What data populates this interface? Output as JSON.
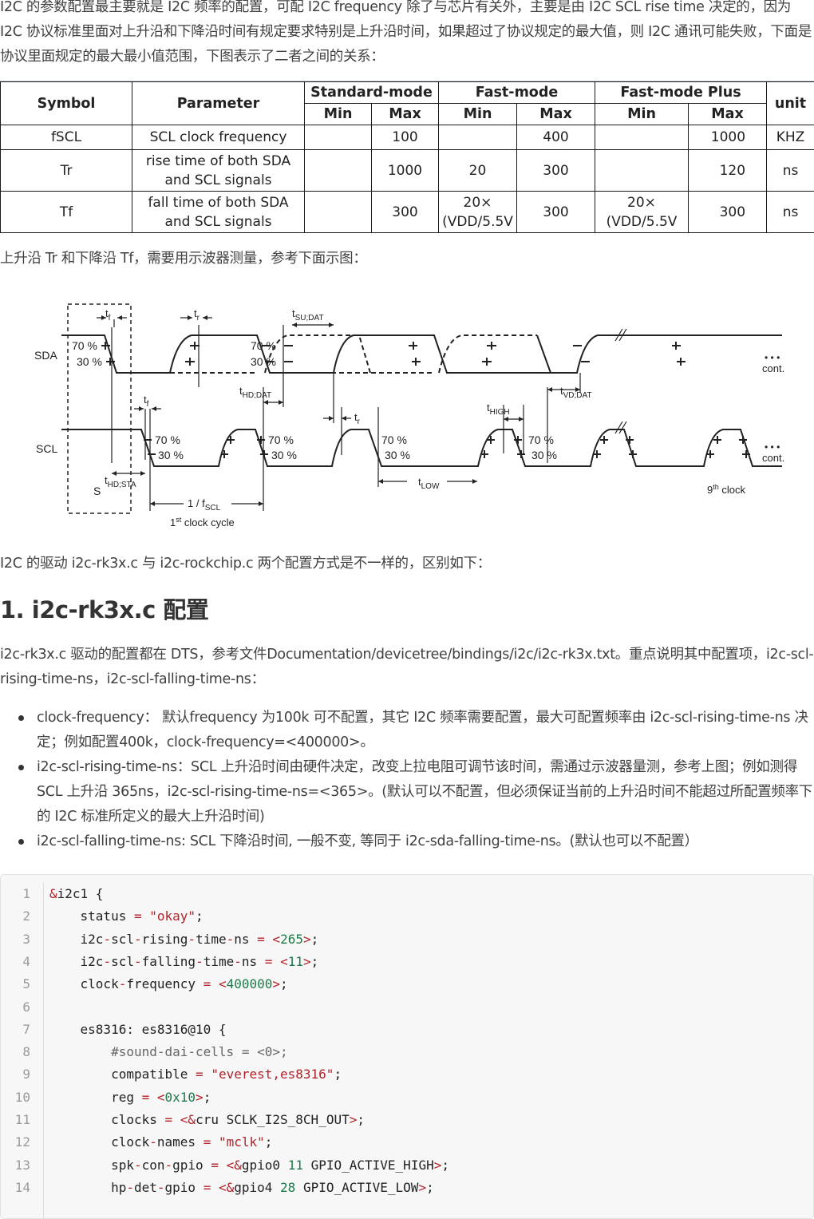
{
  "intro": {
    "text": "I2C 的参数配置最主要就是 I2C 频率的配置，可配 I2C frequency 除了与芯片有关外，主要是由 I2C SCL rise time 决定的，因为 I2C 协议标准里面对上升沿和下降沿时间有规定要求特别是上升沿时间，如果超过了协议规定的最大值，则 I2C 通讯可能失败，下面是协议里面规定的最大最小值范围，下图表示了二者之间的关系："
  },
  "table": {
    "headers": {
      "symbol": "Symbol",
      "parameter": "Parameter",
      "standard_mode": "Standard-mode",
      "fast_mode": "Fast-mode",
      "fast_mode_plus": "Fast-mode Plus",
      "unit": "unit",
      "min": "Min",
      "max": "Max"
    },
    "rows": [
      {
        "symbol": "fSCL",
        "parameter": "SCL clock frequency",
        "std_min": "",
        "std_max": "100",
        "fast_min": "",
        "fast_max": "400",
        "plus_min": "",
        "plus_max": "1000",
        "unit": "KHZ"
      },
      {
        "symbol": "Tr",
        "parameter_line1": "rise time of both SDA",
        "parameter_line2": "and SCL signals",
        "std_min": "",
        "std_max": "1000",
        "fast_min": "20",
        "fast_max": "300",
        "plus_min": "",
        "plus_max": "120",
        "unit": "ns"
      },
      {
        "symbol": "Tf",
        "parameter_line1": "fall time of both SDA",
        "parameter_line2": "and SCL signals",
        "std_min": "",
        "std_max": "300",
        "fast_min_line1": "20×",
        "fast_min_line2": "(VDD/5.5V",
        "fast_max": "300",
        "plus_min_line1": "20×",
        "plus_min_line2": "(VDD/5.5V",
        "plus_max": "300",
        "unit": "ns"
      }
    ]
  },
  "para2": "上升沿 Tr 和下降沿 Tf，需要用示波器测量，参考下面示图：",
  "diagram": {
    "sda_label": "SDA",
    "scl_label": "SCL",
    "pct70": "70 %",
    "pct30": "30 %",
    "t": "t",
    "sub_f": "f",
    "sub_r": "r",
    "sub_su_dat": "SU;DAT",
    "sub_hd_dat": "HD;DAT",
    "sub_vd_dat": "VD;DAT",
    "sub_high": "HIGH",
    "sub_low": "LOW",
    "sub_hd_sta": "HD;STA",
    "start_label": "S",
    "period_prefix": "1 / f",
    "period_sub": "SCL",
    "first_cycle_num": "1",
    "first_cycle_sup": "st",
    "first_cycle_text": " clock cycle",
    "ninth_num": "9",
    "ninth_sup": "th",
    "ninth_text": " clock",
    "cont": "cont.",
    "dots": "• • •"
  },
  "para3": "I2C 的驱动 i2c-rk3x.c 与 i2c-rockchip.c 两个配置方式是不一样的，区别如下：",
  "section": {
    "title": "1. i2c-rk3x.c 配置"
  },
  "para4": "i2c-rk3x.c 驱动的配置都在 DTS，参考文件Documentation/devicetree/bindings/i2c/i2c-rk3x.txt。重点说明其中配置项，i2c-scl-rising-time-ns，i2c-scl-falling-time-ns：",
  "bullets": [
    "clock-frequency： 默认frequency 为100k 可不配置，其它 I2C 频率需要配置，最大可配置频率由 i2c-scl-rising-time-ns 决定；例如配置400k，clock-frequency=<400000>。",
    "i2c-scl-rising-time-ns：SCL 上升沿时间由硬件决定，改变上拉电阻可调节该时间，需通过示波器量测，参考上图；例如测得 SCL 上升沿 365ns，i2c-scl-rising-time-ns=<365>。(默认可以不配置，但必须保证当前的上升沿时间不能超过所配置频率下的 I2C 标准所定义的最大上升沿时间)",
    "i2c-scl-falling-time-ns:  SCL 下降沿时间, 一般不变, 等同于 i2c-sda-falling-time-ns。(默认也可以不配置）"
  ],
  "code": {
    "lines": [
      {
        "n": "1",
        "text": "&i2c1 {"
      },
      {
        "n": "2",
        "text": "    status = \"okay\";"
      },
      {
        "n": "3",
        "text": "    i2c-scl-rising-time-ns = <265>;"
      },
      {
        "n": "4",
        "text": "    i2c-scl-falling-time-ns = <11>;"
      },
      {
        "n": "5",
        "text": "    clock-frequency = <400000>;"
      },
      {
        "n": "6",
        "text": ""
      },
      {
        "n": "7",
        "text": "    es8316: es8316@10 {"
      },
      {
        "n": "8",
        "text": "        #sound-dai-cells = <0>;"
      },
      {
        "n": "9",
        "text": "        compatible = \"everest,es8316\";"
      },
      {
        "n": "10",
        "text": "        reg = <0x10>;"
      },
      {
        "n": "11",
        "text": "        clocks = <&cru SCLK_I2S_8CH_OUT>;"
      },
      {
        "n": "12",
        "text": "        clock-names = \"mclk\";"
      },
      {
        "n": "13",
        "text": "        spk-con-gpio = <&gpio0 11 GPIO_ACTIVE_HIGH>;"
      },
      {
        "n": "14",
        "text": "        hp-det-gpio = <&gpio4 28 GPIO_ACTIVE_LOW>;"
      }
    ]
  },
  "colors": {
    "text": "#404040",
    "code_bg": "#f7f7f7",
    "code_keyword": "#b0232a",
    "code_number": "#1e7a4a",
    "line_number": "#9a9a9a"
  }
}
